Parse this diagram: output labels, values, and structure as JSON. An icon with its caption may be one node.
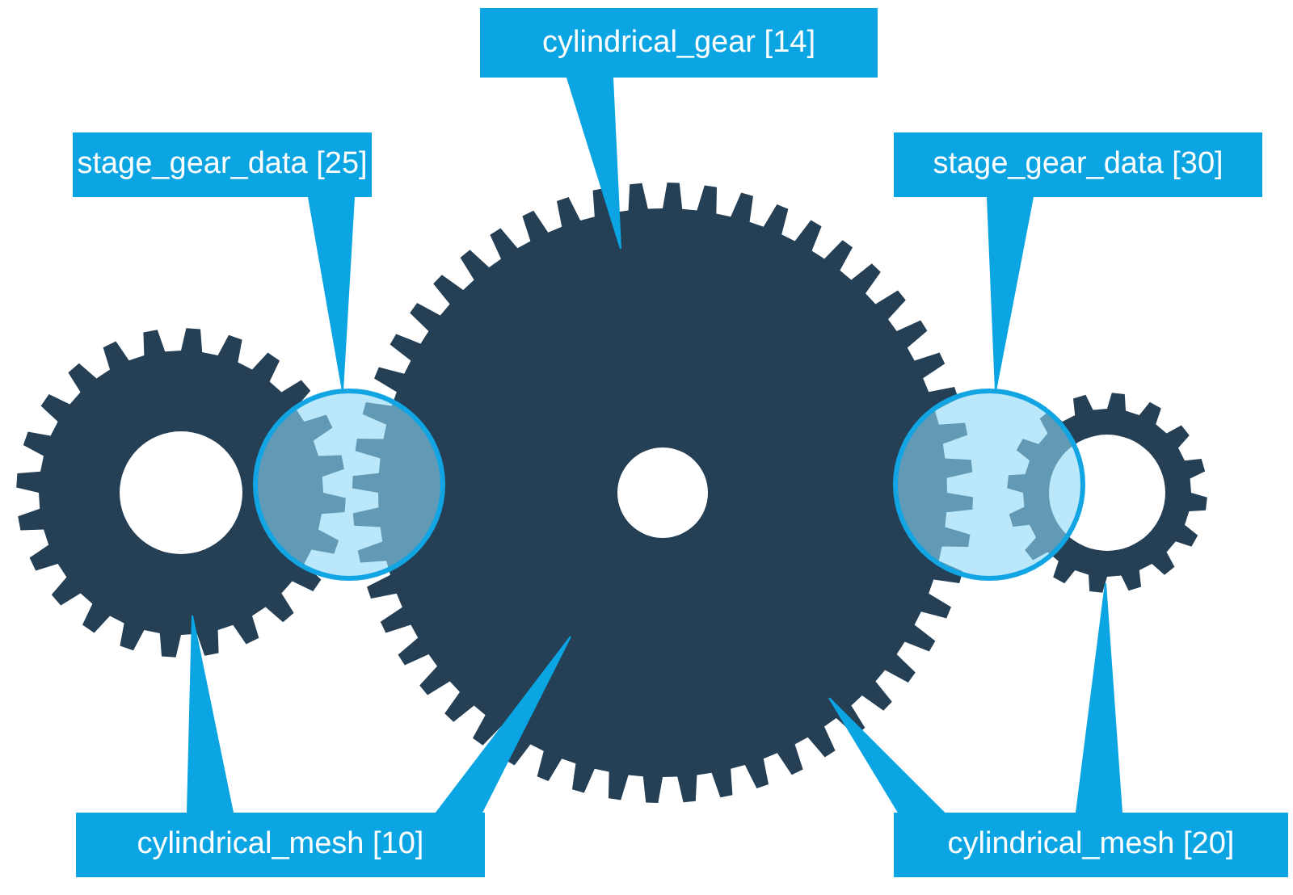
{
  "diagram": {
    "nodes": [
      {
        "text": [
          "stage_gear_data [25]"
        ]
      },
      {
        "text": [
          "cylindrical_gear [14]"
        ]
      },
      {
        "text": [
          "stage_gear_data [30]"
        ]
      },
      {
        "text": [
          "cylindrical_mesh [10]"
        ]
      },
      {
        "text": [
          "cylindrical_mesh [20]"
        ]
      },
      {
        "text": [],
        "shape": "gear"
      },
      {
        "text": [],
        "shape": "gear"
      },
      {
        "text": [],
        "shape": "gear"
      },
      {
        "text": [],
        "shape": "circle"
      },
      {
        "text": [],
        "shape": "circle"
      }
    ],
    "edges": [
      {
        "from": 0,
        "to": 8,
        "arrow": "none"
      },
      {
        "from": 1,
        "to": 6,
        "arrow": "none"
      },
      {
        "from": 2,
        "to": 9,
        "arrow": "none"
      },
      {
        "from": 3,
        "to": 5,
        "arrow": "none"
      },
      {
        "from": 3,
        "to": 6,
        "arrow": "none"
      },
      {
        "from": 4,
        "to": 6,
        "arrow": "none"
      },
      {
        "from": 4,
        "to": 7,
        "arrow": "none"
      }
    ]
  }
}
